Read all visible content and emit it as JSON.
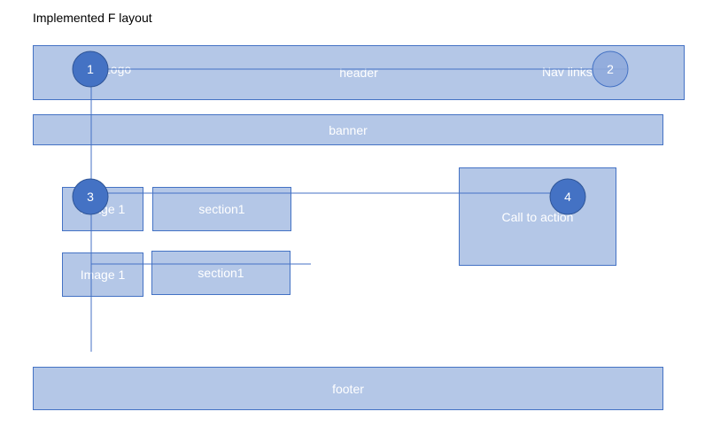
{
  "title": "Implemented F layout",
  "colors": {
    "box_fill": "#b4c7e7",
    "box_border": "#4472c4",
    "marker_fill": "#4472c4",
    "marker_light_fill": "#8faadc",
    "line": "#4472c4",
    "text_on_box": "#ffffff"
  },
  "blocks": {
    "header": "header",
    "logo": "Logo",
    "nav_links": "Nav links",
    "banner": "banner",
    "image_1a": "Image 1",
    "section_1a": "section1",
    "image_1b": "Image 1",
    "section_1b": "section1",
    "cta": "Call  to action",
    "footer": "footer"
  },
  "markers": [
    "1",
    "2",
    "3",
    "4"
  ]
}
